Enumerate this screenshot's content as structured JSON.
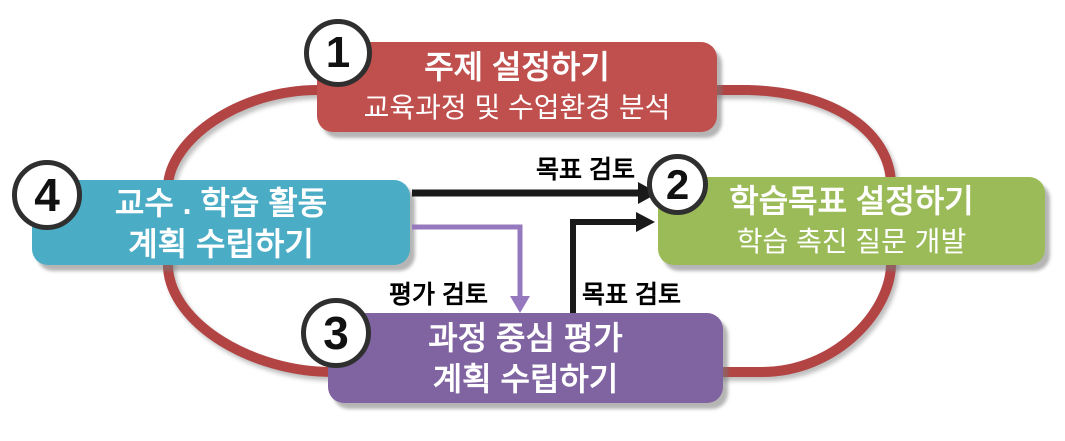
{
  "diagram": {
    "type": "cycle",
    "steps": [
      {
        "number": "1",
        "title": "주제 설정하기",
        "subtitle": "교육과정 및 수업환경 분석",
        "color": "#C0504D"
      },
      {
        "number": "2",
        "title": "학습목표 설정하기",
        "subtitle": "학습 촉진 질문 개발",
        "color": "#9BBB59"
      },
      {
        "number": "3",
        "title": "과정 중심 평가",
        "subtitle": "계획 수립하기",
        "color": "#8064A2"
      },
      {
        "number": "4",
        "title": "교수 . 학습 활동",
        "subtitle": "계획 수립하기",
        "color": "#4BACC6"
      }
    ],
    "arrow_labels": {
      "top_goal_review": "목표 검토",
      "eval_review": "평가 검토",
      "bottom_goal_review": "목표 검토"
    },
    "colors": {
      "ring": "#B34444",
      "black_arrow": "#1A1A1A",
      "purple_arrow": "#9678BE",
      "circle_border": "#2F2F2F",
      "text_on_box": "#FFFFFF"
    }
  }
}
